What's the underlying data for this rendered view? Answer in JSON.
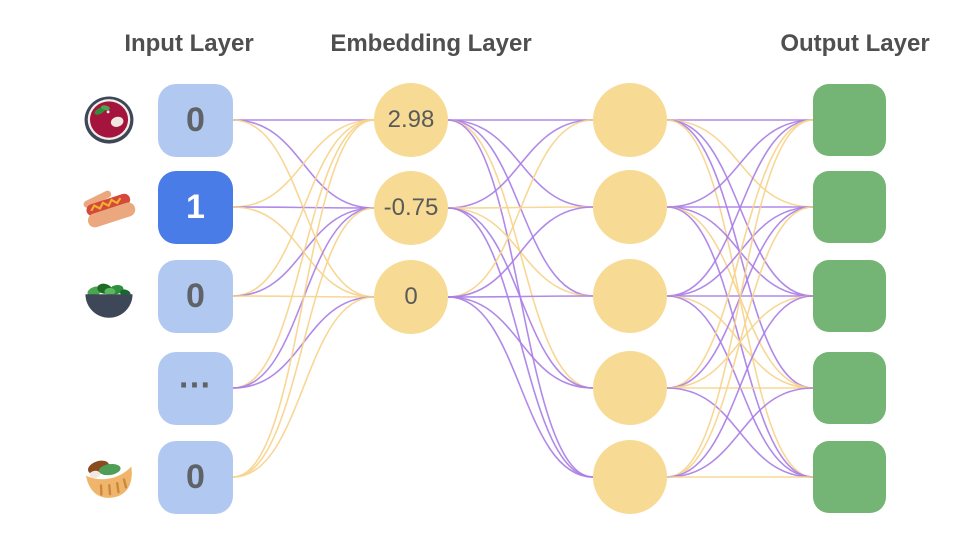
{
  "titles": {
    "input": "Input Layer",
    "embedding": "Embedding Layer",
    "output": "Output Layer"
  },
  "colors": {
    "background": "#ffffff",
    "title_text": "#4f4f4f",
    "input_node_fill": "#b1c9f1",
    "input_node_active_fill": "#4a7ce8",
    "input_text": "#5f6368",
    "input_active_text": "#ffffff",
    "embedding_node_fill": "#f7db94",
    "embedding_text": "#5a5a5a",
    "output_node_fill": "#74b474",
    "edge_purple": "#a87de5",
    "edge_yellow": "#f7d38b"
  },
  "input_layer": {
    "nodes": [
      {
        "value": "0",
        "icon": "borscht-bowl",
        "active": false
      },
      {
        "value": "1",
        "icon": "hot-dog",
        "active": true
      },
      {
        "value": "0",
        "icon": "salad-bowl",
        "active": false
      },
      {
        "value": "…",
        "icon": null,
        "active": false
      },
      {
        "value": "0",
        "icon": "pita-wrap",
        "active": false
      }
    ]
  },
  "embedding_layer": {
    "nodes": [
      {
        "value": "2.98"
      },
      {
        "value": "-0.75"
      },
      {
        "value": "0"
      }
    ]
  },
  "hidden_layer": {
    "node_count": 5
  },
  "output_layer": {
    "node_count": 5
  },
  "edges": {
    "color_key": {
      "P": "edge_purple",
      "Y": "edge_yellow"
    },
    "input_to_embedding": [
      [
        "P",
        "P",
        "Y"
      ],
      [
        "Y",
        "P",
        "Y"
      ],
      [
        "Y",
        "P",
        "Y"
      ],
      [
        "Y",
        "P",
        "P"
      ],
      [
        "Y",
        "Y",
        "Y"
      ]
    ],
    "embedding_to_hidden": [
      [
        "P",
        "P",
        "P",
        "Y",
        "P"
      ],
      [
        "P",
        "Y",
        "Y",
        "P",
        "P"
      ],
      [
        "Y",
        "P",
        "P",
        "P",
        "P"
      ]
    ],
    "hidden_to_output": [
      [
        "P",
        "Y",
        "P",
        "P",
        "Y"
      ],
      [
        "P",
        "P",
        "P",
        "Y",
        "P"
      ],
      [
        "P",
        "P",
        "P",
        "Y",
        "P"
      ],
      [
        "Y",
        "P",
        "Y",
        "Y",
        "P"
      ],
      [
        "Y",
        "Y",
        "P",
        "P",
        "Y"
      ]
    ]
  }
}
